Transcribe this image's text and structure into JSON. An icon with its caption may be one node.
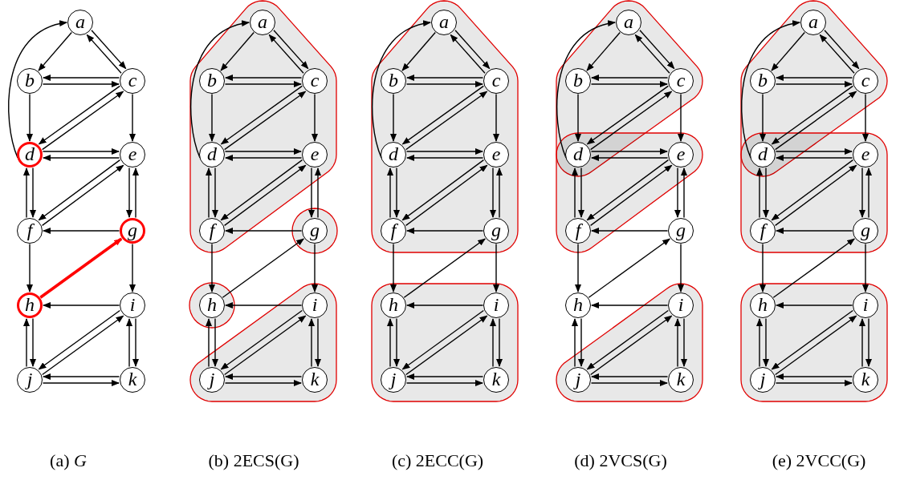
{
  "diagram": {
    "nodes": [
      {
        "text": [
          "a"
        ]
      },
      {
        "text": [
          "b"
        ]
      },
      {
        "text": [
          "c"
        ]
      },
      {
        "text": [
          "d"
        ]
      },
      {
        "text": [
          "e"
        ]
      },
      {
        "text": [
          "f"
        ]
      },
      {
        "text": [
          "g"
        ]
      },
      {
        "text": [
          "h"
        ]
      },
      {
        "text": [
          "i"
        ]
      },
      {
        "text": [
          "j"
        ]
      },
      {
        "text": [
          "k"
        ]
      },
      {
        "text": [
          "a"
        ]
      },
      {
        "text": [
          "b"
        ]
      },
      {
        "text": [
          "c"
        ]
      },
      {
        "text": [
          "d"
        ]
      },
      {
        "text": [
          "e"
        ]
      },
      {
        "text": [
          "f"
        ]
      },
      {
        "text": [
          "g"
        ]
      },
      {
        "text": [
          "h"
        ]
      },
      {
        "text": [
          "i"
        ]
      },
      {
        "text": [
          "j"
        ]
      },
      {
        "text": [
          "k"
        ]
      },
      {
        "text": [
          "a"
        ]
      },
      {
        "text": [
          "b"
        ]
      },
      {
        "text": [
          "c"
        ]
      },
      {
        "text": [
          "d"
        ]
      },
      {
        "text": [
          "e"
        ]
      },
      {
        "text": [
          "f"
        ]
      },
      {
        "text": [
          "g"
        ]
      },
      {
        "text": [
          "h"
        ]
      },
      {
        "text": [
          "i"
        ]
      },
      {
        "text": [
          "j"
        ]
      },
      {
        "text": [
          "k"
        ]
      },
      {
        "text": [
          "a"
        ]
      },
      {
        "text": [
          "b"
        ]
      },
      {
        "text": [
          "c"
        ]
      },
      {
        "text": [
          "d"
        ]
      },
      {
        "text": [
          "e"
        ]
      },
      {
        "text": [
          "f"
        ]
      },
      {
        "text": [
          "g"
        ]
      },
      {
        "text": [
          "h"
        ]
      },
      {
        "text": [
          "i"
        ]
      },
      {
        "text": [
          "j"
        ]
      },
      {
        "text": [
          "k"
        ]
      },
      {
        "text": [
          "a"
        ]
      },
      {
        "text": [
          "b"
        ]
      },
      {
        "text": [
          "c"
        ]
      },
      {
        "text": [
          "d"
        ]
      },
      {
        "text": [
          "e"
        ]
      },
      {
        "text": [
          "f"
        ]
      },
      {
        "text": [
          "g"
        ]
      },
      {
        "text": [
          "h"
        ]
      },
      {
        "text": [
          "i"
        ]
      },
      {
        "text": [
          "j"
        ]
      },
      {
        "text": [
          "k"
        ]
      }
    ],
    "edges": [
      {
        "from": 0,
        "to": 1,
        "arrow": "to"
      },
      {
        "from": 0,
        "to": 2,
        "arrow": "to"
      },
      {
        "from": 2,
        "to": 0,
        "arrow": "to"
      },
      {
        "from": 2,
        "to": 1,
        "arrow": "to"
      },
      {
        "from": 1,
        "to": 2,
        "arrow": "to"
      },
      {
        "from": 3,
        "to": 0,
        "arrow": "to"
      },
      {
        "from": 1,
        "to": 3,
        "arrow": "to"
      },
      {
        "from": 2,
        "to": 3,
        "arrow": "to"
      },
      {
        "from": 3,
        "to": 2,
        "arrow": "to"
      },
      {
        "from": 2,
        "to": 4,
        "arrow": "to"
      },
      {
        "from": 3,
        "to": 4,
        "arrow": "to"
      },
      {
        "from": 4,
        "to": 3,
        "arrow": "to"
      },
      {
        "from": 5,
        "to": 3,
        "arrow": "to"
      },
      {
        "from": 3,
        "to": 5,
        "arrow": "to"
      },
      {
        "from": 4,
        "to": 5,
        "arrow": "to"
      },
      {
        "from": 5,
        "to": 4,
        "arrow": "to"
      },
      {
        "from": 4,
        "to": 6,
        "arrow": "to"
      },
      {
        "from": 6,
        "to": 4,
        "arrow": "to"
      },
      {
        "from": 6,
        "to": 5,
        "arrow": "to"
      },
      {
        "from": 5,
        "to": 7,
        "arrow": "to"
      },
      {
        "from": 7,
        "to": 6,
        "arrow": "to",
        "style": "thick",
        "color": "#ff0000"
      },
      {
        "from": 6,
        "to": 8,
        "arrow": "to"
      },
      {
        "from": 8,
        "to": 7,
        "arrow": "to"
      },
      {
        "from": 9,
        "to": 7,
        "arrow": "to"
      },
      {
        "from": 7,
        "to": 9,
        "arrow": "to"
      },
      {
        "from": 8,
        "to": 9,
        "arrow": "to"
      },
      {
        "from": 9,
        "to": 8,
        "arrow": "to"
      },
      {
        "from": 8,
        "to": 10,
        "arrow": "to"
      },
      {
        "from": 10,
        "to": 8,
        "arrow": "to"
      },
      {
        "from": 10,
        "to": 9,
        "arrow": "to"
      },
      {
        "from": 9,
        "to": 10,
        "arrow": "to"
      },
      {
        "from": 11,
        "to": 12,
        "arrow": "to"
      },
      {
        "from": 11,
        "to": 13,
        "arrow": "to"
      },
      {
        "from": 13,
        "to": 11,
        "arrow": "to"
      },
      {
        "from": 13,
        "to": 12,
        "arrow": "to"
      },
      {
        "from": 12,
        "to": 13,
        "arrow": "to"
      },
      {
        "from": 14,
        "to": 11,
        "arrow": "to"
      },
      {
        "from": 12,
        "to": 14,
        "arrow": "to"
      },
      {
        "from": 13,
        "to": 14,
        "arrow": "to"
      },
      {
        "from": 14,
        "to": 13,
        "arrow": "to"
      },
      {
        "from": 13,
        "to": 15,
        "arrow": "to"
      },
      {
        "from": 14,
        "to": 15,
        "arrow": "to"
      },
      {
        "from": 15,
        "to": 14,
        "arrow": "to"
      },
      {
        "from": 16,
        "to": 14,
        "arrow": "to"
      },
      {
        "from": 14,
        "to": 16,
        "arrow": "to"
      },
      {
        "from": 15,
        "to": 16,
        "arrow": "to"
      },
      {
        "from": 16,
        "to": 15,
        "arrow": "to"
      },
      {
        "from": 15,
        "to": 17,
        "arrow": "to"
      },
      {
        "from": 17,
        "to": 15,
        "arrow": "to"
      },
      {
        "from": 17,
        "to": 16,
        "arrow": "to"
      },
      {
        "from": 16,
        "to": 18,
        "arrow": "to"
      },
      {
        "from": 18,
        "to": 17,
        "arrow": "to"
      },
      {
        "from": 17,
        "to": 19,
        "arrow": "to"
      },
      {
        "from": 19,
        "to": 18,
        "arrow": "to"
      },
      {
        "from": 20,
        "to": 18,
        "arrow": "to"
      },
      {
        "from": 18,
        "to": 20,
        "arrow": "to"
      },
      {
        "from": 19,
        "to": 20,
        "arrow": "to"
      },
      {
        "from": 20,
        "to": 19,
        "arrow": "to"
      },
      {
        "from": 19,
        "to": 21,
        "arrow": "to"
      },
      {
        "from": 21,
        "to": 19,
        "arrow": "to"
      },
      {
        "from": 21,
        "to": 20,
        "arrow": "to"
      },
      {
        "from": 20,
        "to": 21,
        "arrow": "to"
      },
      {
        "from": 22,
        "to": 23,
        "arrow": "to"
      },
      {
        "from": 22,
        "to": 24,
        "arrow": "to"
      },
      {
        "from": 24,
        "to": 22,
        "arrow": "to"
      },
      {
        "from": 24,
        "to": 23,
        "arrow": "to"
      },
      {
        "from": 23,
        "to": 24,
        "arrow": "to"
      },
      {
        "from": 25,
        "to": 22,
        "arrow": "to"
      },
      {
        "from": 23,
        "to": 25,
        "arrow": "to"
      },
      {
        "from": 24,
        "to": 25,
        "arrow": "to"
      },
      {
        "from": 25,
        "to": 24,
        "arrow": "to"
      },
      {
        "from": 24,
        "to": 26,
        "arrow": "to"
      },
      {
        "from": 25,
        "to": 26,
        "arrow": "to"
      },
      {
        "from": 26,
        "to": 25,
        "arrow": "to"
      },
      {
        "from": 27,
        "to": 25,
        "arrow": "to"
      },
      {
        "from": 25,
        "to": 27,
        "arrow": "to"
      },
      {
        "from": 26,
        "to": 27,
        "arrow": "to"
      },
      {
        "from": 27,
        "to": 26,
        "arrow": "to"
      },
      {
        "from": 26,
        "to": 28,
        "arrow": "to"
      },
      {
        "from": 28,
        "to": 26,
        "arrow": "to"
      },
      {
        "from": 28,
        "to": 27,
        "arrow": "to"
      },
      {
        "from": 27,
        "to": 29,
        "arrow": "to"
      },
      {
        "from": 29,
        "to": 28,
        "arrow": "to"
      },
      {
        "from": 28,
        "to": 30,
        "arrow": "to"
      },
      {
        "from": 30,
        "to": 29,
        "arrow": "to"
      },
      {
        "from": 31,
        "to": 29,
        "arrow": "to"
      },
      {
        "from": 29,
        "to": 31,
        "arrow": "to"
      },
      {
        "from": 30,
        "to": 31,
        "arrow": "to"
      },
      {
        "from": 31,
        "to": 30,
        "arrow": "to"
      },
      {
        "from": 30,
        "to": 32,
        "arrow": "to"
      },
      {
        "from": 32,
        "to": 30,
        "arrow": "to"
      },
      {
        "from": 32,
        "to": 31,
        "arrow": "to"
      },
      {
        "from": 31,
        "to": 32,
        "arrow": "to"
      },
      {
        "from": 33,
        "to": 34,
        "arrow": "to"
      },
      {
        "from": 33,
        "to": 35,
        "arrow": "to"
      },
      {
        "from": 35,
        "to": 33,
        "arrow": "to"
      },
      {
        "from": 35,
        "to": 34,
        "arrow": "to"
      },
      {
        "from": 34,
        "to": 35,
        "arrow": "to"
      },
      {
        "from": 36,
        "to": 33,
        "arrow": "to"
      },
      {
        "from": 34,
        "to": 36,
        "arrow": "to"
      },
      {
        "from": 35,
        "to": 36,
        "arrow": "to"
      },
      {
        "from": 36,
        "to": 35,
        "arrow": "to"
      },
      {
        "from": 35,
        "to": 37,
        "arrow": "to"
      },
      {
        "from": 36,
        "to": 37,
        "arrow": "to"
      },
      {
        "from": 37,
        "to": 36,
        "arrow": "to"
      },
      {
        "from": 38,
        "to": 36,
        "arrow": "to"
      },
      {
        "from": 36,
        "to": 38,
        "arrow": "to"
      },
      {
        "from": 37,
        "to": 38,
        "arrow": "to"
      },
      {
        "from": 38,
        "to": 37,
        "arrow": "to"
      },
      {
        "from": 37,
        "to": 39,
        "arrow": "to"
      },
      {
        "from": 39,
        "to": 37,
        "arrow": "to"
      },
      {
        "from": 39,
        "to": 38,
        "arrow": "to"
      },
      {
        "from": 38,
        "to": 40,
        "arrow": "to"
      },
      {
        "from": 40,
        "to": 39,
        "arrow": "to"
      },
      {
        "from": 39,
        "to": 41,
        "arrow": "to"
      },
      {
        "from": 41,
        "to": 40,
        "arrow": "to"
      },
      {
        "from": 42,
        "to": 40,
        "arrow": "to"
      },
      {
        "from": 40,
        "to": 42,
        "arrow": "to"
      },
      {
        "from": 41,
        "to": 42,
        "arrow": "to"
      },
      {
        "from": 42,
        "to": 41,
        "arrow": "to"
      },
      {
        "from": 41,
        "to": 43,
        "arrow": "to"
      },
      {
        "from": 43,
        "to": 41,
        "arrow": "to"
      },
      {
        "from": 43,
        "to": 42,
        "arrow": "to"
      },
      {
        "from": 42,
        "to": 43,
        "arrow": "to"
      },
      {
        "from": 44,
        "to": 45,
        "arrow": "to"
      },
      {
        "from": 44,
        "to": 46,
        "arrow": "to"
      },
      {
        "from": 46,
        "to": 44,
        "arrow": "to"
      },
      {
        "from": 46,
        "to": 45,
        "arrow": "to"
      },
      {
        "from": 45,
        "to": 46,
        "arrow": "to"
      },
      {
        "from": 47,
        "to": 44,
        "arrow": "to"
      },
      {
        "from": 45,
        "to": 47,
        "arrow": "to"
      },
      {
        "from": 46,
        "to": 47,
        "arrow": "to"
      },
      {
        "from": 47,
        "to": 46,
        "arrow": "to"
      },
      {
        "from": 46,
        "to": 48,
        "arrow": "to"
      },
      {
        "from": 47,
        "to": 48,
        "arrow": "to"
      },
      {
        "from": 48,
        "to": 47,
        "arrow": "to"
      },
      {
        "from": 49,
        "to": 47,
        "arrow": "to"
      },
      {
        "from": 47,
        "to": 49,
        "arrow": "to"
      },
      {
        "from": 48,
        "to": 49,
        "arrow": "to"
      },
      {
        "from": 49,
        "to": 48,
        "arrow": "to"
      },
      {
        "from": 48,
        "to": 50,
        "arrow": "to"
      },
      {
        "from": 50,
        "to": 48,
        "arrow": "to"
      },
      {
        "from": 50,
        "to": 49,
        "arrow": "to"
      },
      {
        "from": 49,
        "to": 51,
        "arrow": "to"
      },
      {
        "from": 51,
        "to": 50,
        "arrow": "to"
      },
      {
        "from": 50,
        "to": 52,
        "arrow": "to"
      },
      {
        "from": 52,
        "to": 51,
        "arrow": "to"
      },
      {
        "from": 53,
        "to": 51,
        "arrow": "to"
      },
      {
        "from": 51,
        "to": 53,
        "arrow": "to"
      },
      {
        "from": 52,
        "to": 53,
        "arrow": "to"
      },
      {
        "from": 53,
        "to": 52,
        "arrow": "to"
      },
      {
        "from": 52,
        "to": 54,
        "arrow": "to"
      },
      {
        "from": 54,
        "to": 52,
        "arrow": "to"
      },
      {
        "from": 54,
        "to": 53,
        "arrow": "to"
      },
      {
        "from": 53,
        "to": 54,
        "arrow": "to"
      }
    ],
    "labels": [
      "(a) *G*",
      "(b) 2ECS(G)",
      "(c) 2ECC(G)",
      "(d) 2VCS(G)",
      "(e) 2VCC(G)"
    ]
  }
}
